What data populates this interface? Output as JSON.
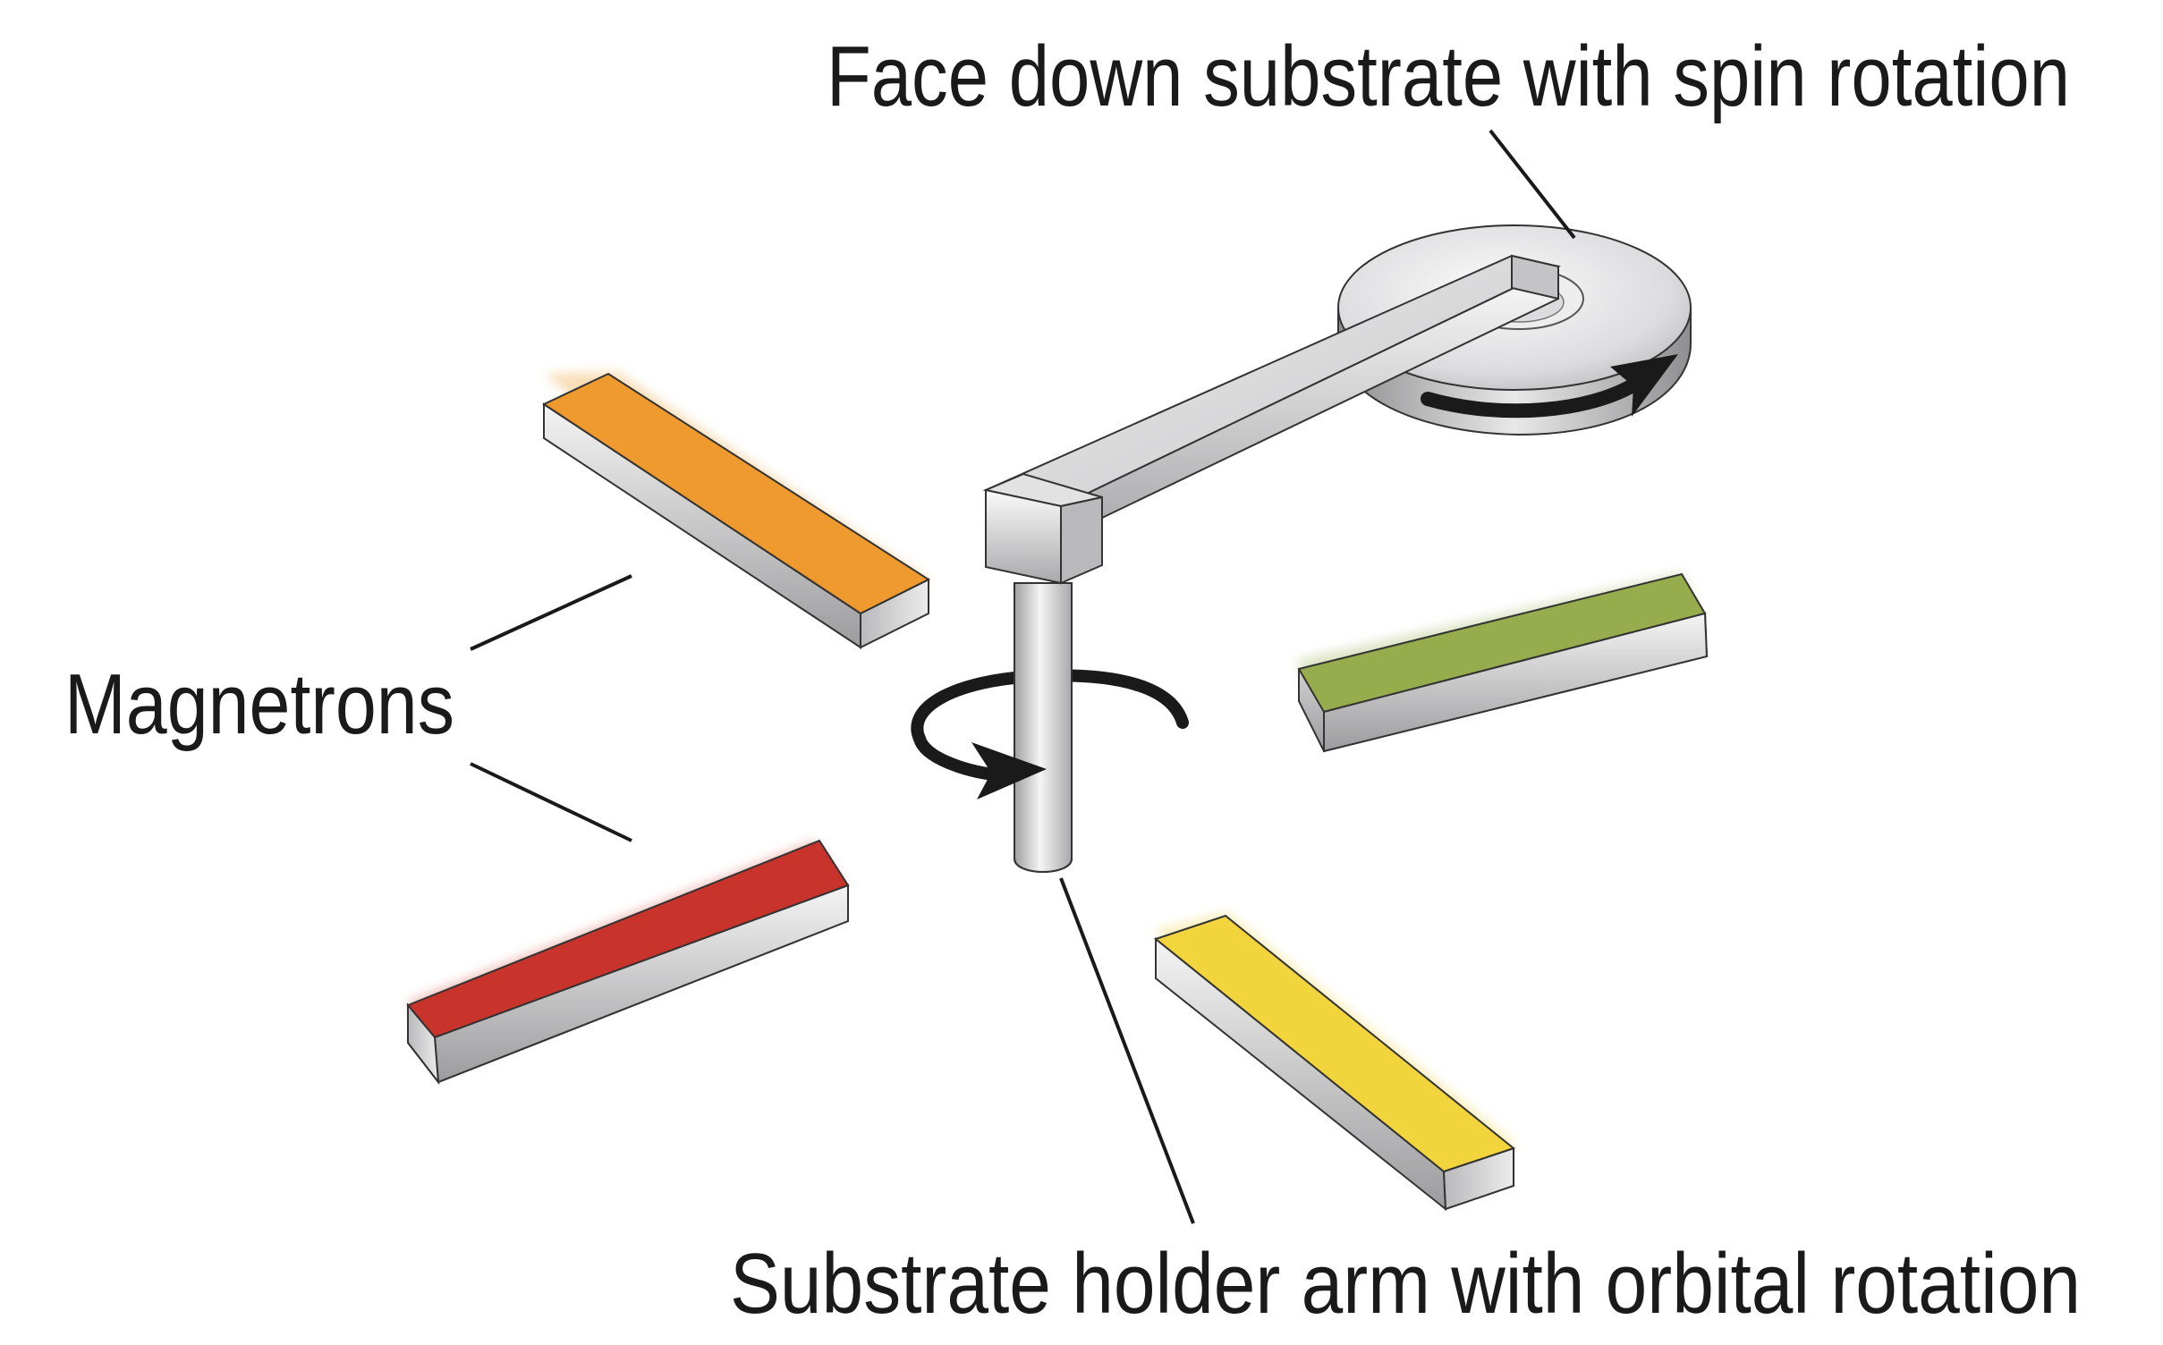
{
  "labels": {
    "top": "Face down substrate with spin rotation",
    "left": "Magnetrons",
    "bottom": "Substrate holder arm with orbital rotation"
  },
  "colors": {
    "orange": "#ee9a2e",
    "green": "#97ad4d",
    "red": "#c8342b",
    "yellow": "#f2d43c",
    "metal": "#d6d6d8",
    "metal_dark": "#9a9a9c",
    "ink": "#1a1a1a"
  },
  "icons": {
    "orbital_arrow": "curved-arrow-icon",
    "spin_arrow": "curved-arrow-icon"
  }
}
